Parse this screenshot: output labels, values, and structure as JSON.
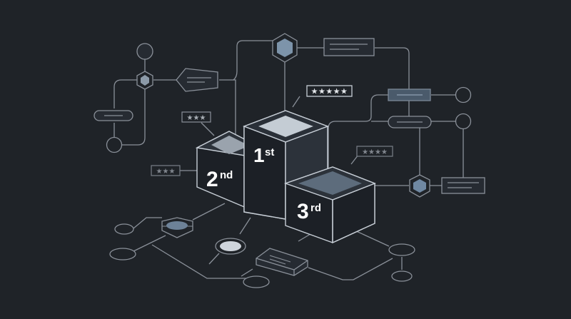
{
  "colors": {
    "background": "#1f2328",
    "line": "#8a9099",
    "node_fill": "#262b32",
    "accent_blue": "#6a829a",
    "accent_light": "#c7ced6",
    "podium_front": "#1c2026",
    "podium_side": "#2c323a",
    "podium_top_inner": "#b9c1ca",
    "third_top_inner": "#5d6c7c",
    "star_bright": "#e6e9ed",
    "star_dim": "#8e949c"
  },
  "podium": {
    "first": {
      "number": "1",
      "suffix": "st",
      "rating": "★★★★★",
      "rating_count": 5
    },
    "second": {
      "number": "2",
      "suffix": "nd",
      "rating": "★★★",
      "rating_count": 3
    },
    "third": {
      "number": "3",
      "suffix": "rd",
      "rating": "★★★★",
      "rating_count": 4
    }
  },
  "side_ratings": {
    "left": {
      "rating": "★★★",
      "rating_count": 3
    }
  }
}
